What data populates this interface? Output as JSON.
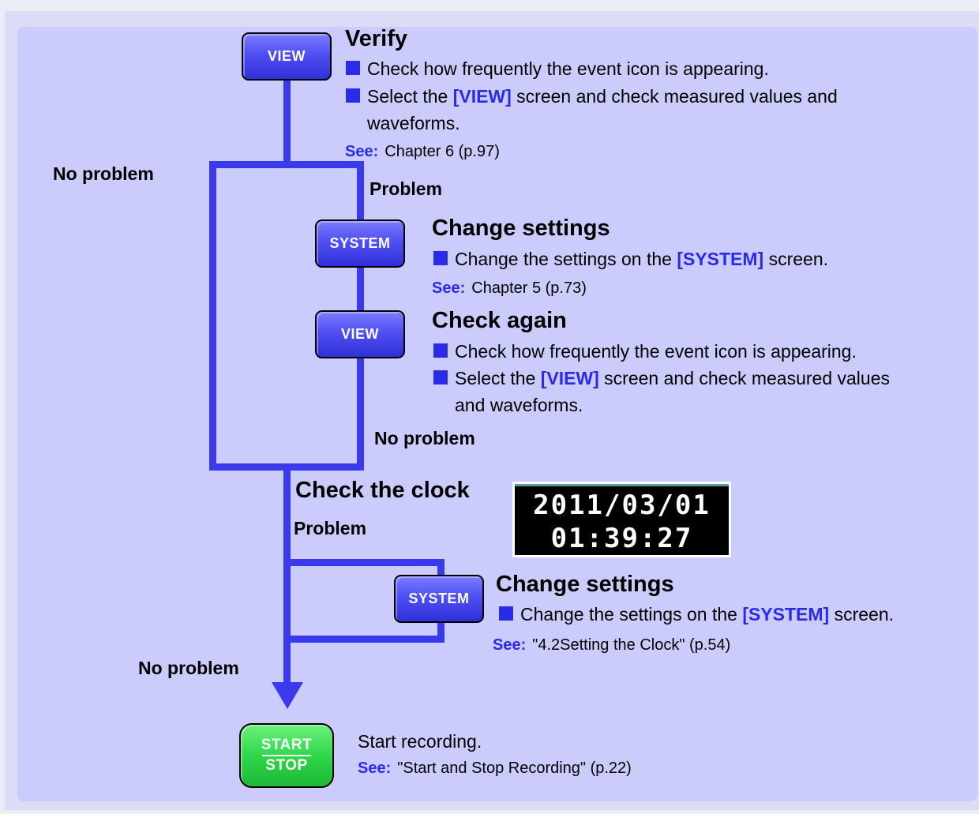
{
  "buttons": {
    "view": "VIEW",
    "system": "SYSTEM",
    "start": "START",
    "stop": "STOP"
  },
  "verify": {
    "heading": "Verify",
    "bullet1": "Check how frequently the event icon is appearing.",
    "bullet2_pre": "Select the ",
    "bullet2_kw": "[VIEW]",
    "bullet2_post": " screen and check measured values and",
    "bullet2_cont": "waveforms.",
    "see_label": "See:",
    "see_ref": "Chapter 6 (p.97)"
  },
  "branch_labels": {
    "no_problem_1": "No problem",
    "problem_1": "Problem",
    "no_problem_2": "No problem",
    "problem_2": "Problem",
    "no_problem_3": "No problem"
  },
  "change1": {
    "heading": "Change settings",
    "bullet_pre": "Change the settings on the ",
    "bullet_kw": "[SYSTEM]",
    "bullet_post": " screen.",
    "see_label": "See:",
    "see_ref": "Chapter 5 (p.73)"
  },
  "check_again": {
    "heading": "Check again",
    "bullet1": "Check how frequently the event icon is appearing.",
    "bullet2_pre": "Select the ",
    "bullet2_kw": "[VIEW]",
    "bullet2_post": " screen and check measured values",
    "bullet2_cont": "and waveforms."
  },
  "clock_section": {
    "heading": "Check the clock",
    "date": "2011/03/01",
    "time": "01:39:27"
  },
  "change2": {
    "heading": "Change settings",
    "bullet_pre": "Change the settings on the ",
    "bullet_kw": "[SYSTEM]",
    "bullet_post": " screen.",
    "see_label": "See:",
    "see_ref": "\"4.2Setting the Clock\" (p.54)"
  },
  "start_section": {
    "text": "Start recording.",
    "see_label": "See:",
    "see_ref": "\"Start and Stop Recording\" (p.22)"
  },
  "colors": {
    "line": "#3a3aec",
    "accent": "#2a2aea",
    "background": "#ccccfc"
  }
}
